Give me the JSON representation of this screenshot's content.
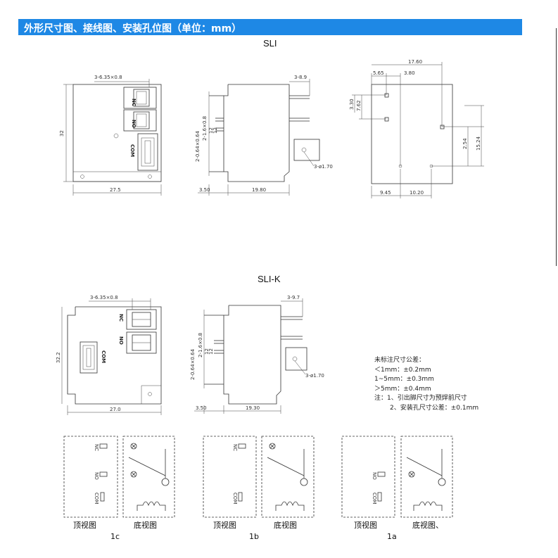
{
  "header": {
    "title": "外形尺寸图、接线图、安装孔位图（单位：mm）"
  },
  "sli": {
    "title": "SLI",
    "front": {
      "pins": "3-6.35×0.8",
      "height": "32",
      "width": "27.5",
      "nc": "NC",
      "no": "NO",
      "com": "COM"
    },
    "side": {
      "pin_spacing": "3-8.9",
      "pins_a": "2-0.64×0.64",
      "pins_b": "2-1.6×0.8",
      "dim_a": "12",
      "dim_b": "12",
      "hole": "3-ø1.70",
      "left": "3.50",
      "width": "19.80"
    },
    "holes": {
      "top_total": "17.60",
      "top_left": "5.65",
      "top_right": "3.80",
      "left_a": "3.30",
      "left_b": "7.62",
      "right_a": "2.54",
      "right_b": "15.24",
      "bottom_left": "9.45",
      "bottom_right": "10.20"
    }
  },
  "slik": {
    "title": "SLI-K",
    "front": {
      "pins": "3-6.35×0.8",
      "height": "32.2",
      "width": "27.0",
      "nc": "NC",
      "no": "NO",
      "com": "COM"
    },
    "side": {
      "pin_spacing": "3-9.7",
      "pins_a": "2-0.64×0.64",
      "pins_b": "2-1.6×0.8",
      "dim_a": "12",
      "dim_b": "12",
      "hole": "3-ø1.70",
      "left": "3.50",
      "width": "19.30"
    }
  },
  "notes": {
    "title": "未标注尺寸公差：",
    "lines": [
      "＜1mm：±0.2mm",
      "1~5mm：±0.3mm",
      "＞5mm：±0.4mm",
      "注：1、引出脚尺寸为预焊前尺寸",
      "2、安装孔尺寸公差：±0.1mm"
    ]
  },
  "wiring": [
    {
      "code": "1c",
      "top": "顶视图",
      "bottom": "底视图",
      "nc": "NC",
      "no": "NO",
      "com": "COM"
    },
    {
      "code": "1b",
      "top": "顶视图",
      "bottom": "底视图",
      "nc": "NC",
      "com": "COM"
    },
    {
      "code": "1a",
      "top": "顶视图",
      "bottom": "底视图、",
      "no": "NO",
      "com": "COM"
    }
  ]
}
